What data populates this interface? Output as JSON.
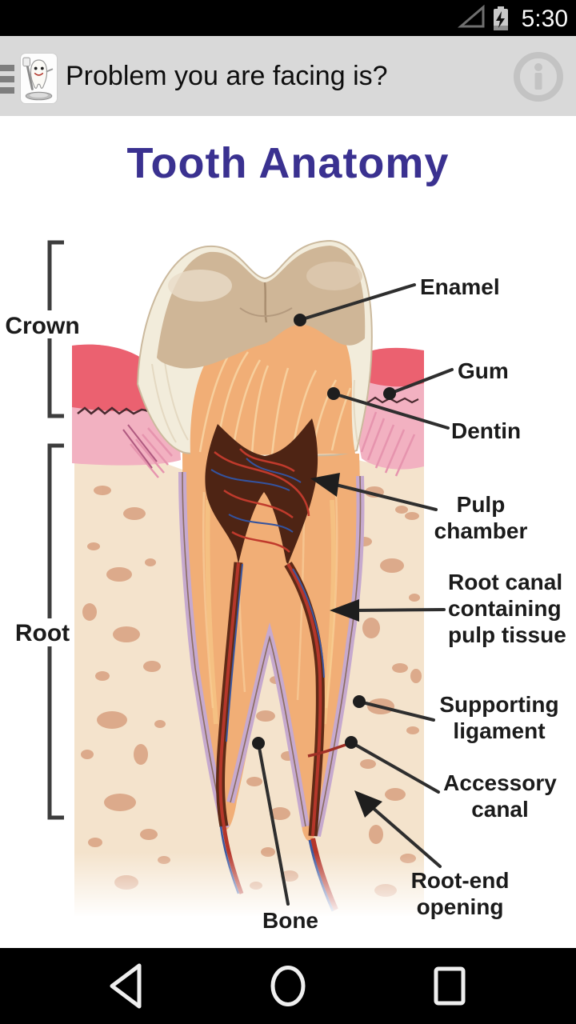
{
  "status_bar": {
    "time": "5:30"
  },
  "app_bar": {
    "title": "Problem you are facing is?"
  },
  "diagram": {
    "title": "Tooth Anatomy",
    "title_color": "#3a3190",
    "labels": {
      "crown": "Crown",
      "root": "Root",
      "enamel": "Enamel",
      "gum": "Gum",
      "dentin": "Dentin",
      "pulp_chamber": "Pulp chamber",
      "root_canal": "Root canal containing pulp tissue",
      "supporting_ligament": "Supporting ligament",
      "accessory_canal": "Accessory canal",
      "root_end_opening": "Root-end opening",
      "bone": "Bone"
    }
  },
  "colors": {
    "gum_pink": "#eb6170",
    "dentin_orange": "#f1ae76",
    "bone_cream": "#f4e3cc",
    "ligament_lavender": "#c6a9ce"
  }
}
